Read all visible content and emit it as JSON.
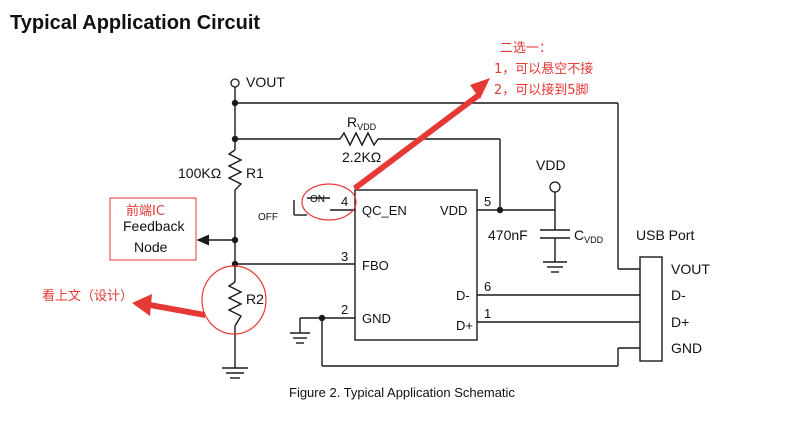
{
  "page_title": "Typical Application Circuit",
  "figure_caption": "Figure 2. Typical Application Schematic",
  "labels": {
    "vout": "VOUT",
    "vdd_supply": "VDD",
    "r_vdd_main": "R",
    "r_vdd_sub": "VDD",
    "r_vdd_value": "2.2KΩ",
    "r1_value": "100KΩ",
    "r1": "R1",
    "r2": "R2",
    "feedback": "Feedback",
    "node": "Node",
    "on": "ON",
    "off": "OFF",
    "cap_value": "470nF",
    "c_vdd_main": "C",
    "c_vdd_sub": "VDD",
    "usb_port": "USB Port"
  },
  "ic": {
    "pins": [
      {
        "num": "4",
        "name": "QC_EN"
      },
      {
        "num": "3",
        "name": "FBO"
      },
      {
        "num": "2",
        "name": "GND"
      },
      {
        "num": "5",
        "name": "VDD"
      },
      {
        "num": "6",
        "name": "D-"
      },
      {
        "num": "1",
        "name": "D+"
      }
    ]
  },
  "usb": {
    "pins": [
      "VOUT",
      "D-",
      "D+",
      "GND"
    ]
  },
  "annotations": {
    "top_line1": "二选一：",
    "top_line2": "1，可以悬空不接",
    "top_line3": "2，可以接到5脚",
    "box_label": "前端IC",
    "r2_note": "看上文（设计）"
  },
  "colors": {
    "annotation": "#e53935",
    "wire": "#1a1a1a"
  }
}
